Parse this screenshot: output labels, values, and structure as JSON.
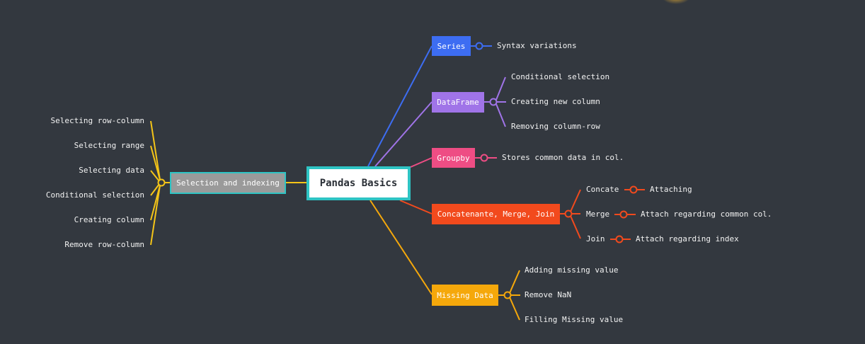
{
  "root": {
    "label": "Pandas Basics"
  },
  "colors": {
    "background": "#33383f",
    "root_border": "#2ec4c4",
    "series": "#3d6df2",
    "dataframe": "#a074e8",
    "groupby": "#ee4d84",
    "concat": "#f24a1d",
    "missing": "#f5a80b",
    "selection_line": "#f5c518",
    "selection_node": "#9a9a9a"
  },
  "branches": {
    "series": {
      "label": "Series",
      "children": [
        "Syntax variations"
      ]
    },
    "dataframe": {
      "label": "DataFrame",
      "children": [
        "Conditional selection",
        "Creating new column",
        "Removing column-row"
      ]
    },
    "groupby": {
      "label": "Groupby",
      "children": [
        "Stores common data in col."
      ]
    },
    "concat": {
      "label": "Concatenante, Merge, Join",
      "children": [
        {
          "label": "Concate",
          "child": "Attaching"
        },
        {
          "label": "Merge",
          "child": "Attach regarding common col."
        },
        {
          "label": "Join",
          "child": "Attach regarding index"
        }
      ]
    },
    "missing": {
      "label": "Missing Data",
      "children": [
        "Adding missing value",
        "Remove NaN",
        "Filling Missing value"
      ]
    },
    "selection": {
      "label": "Selection and indexing",
      "children": [
        "Selecting row-column",
        "Selecting range",
        "Selecting data",
        "Conditional selection",
        "Creating column",
        "Remove row-column"
      ]
    }
  }
}
